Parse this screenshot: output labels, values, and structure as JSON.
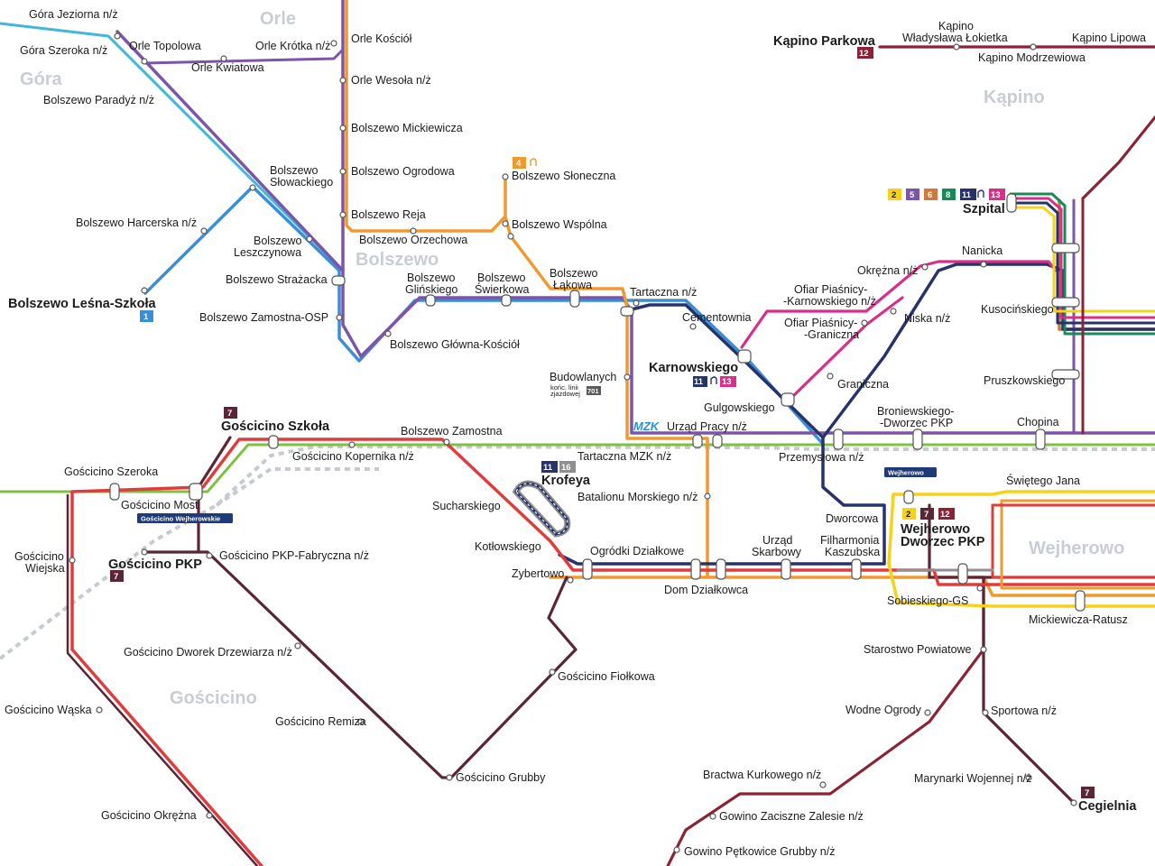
{
  "colors": {
    "line1": "#3b8ed6",
    "line2": "#f6d21a",
    "line4": "#ef9a2f",
    "line5": "#7b55a7",
    "line6": "#cf7a3a",
    "line7": "#5a2636",
    "line8": "#178a5a",
    "line11": "#26336b",
    "line12": "#8a2335",
    "line13": "#d6308b",
    "line16": "#8f8f8f",
    "green": "#7cc13f",
    "red": "#e03c3c",
    "rail": "#c7cbd0",
    "cyan": "#40b8d8"
  },
  "areas": {
    "orle": "Orle",
    "gora": "Góra",
    "bolszewo": "Bolszewo",
    "kapino": "Kąpino",
    "goscicino": "Gościcino",
    "wejherowo": "Wejherowo"
  },
  "stops": {
    "gora_jeziorna": "Góra Jeziorna n/ż",
    "gora_szeroka": "Góra Szeroka n/ż",
    "orle_topolowa": "Orle Topolowa",
    "orle_krotka": "Orle Krótka n/ż",
    "orle_kosciol": "Orle Kościół",
    "orle_kwiatowa": "Orle Kwiatowa",
    "orle_wesola": "Orle Wesoła n/ż",
    "bolszewo_paradyz": "Bolszewo Paradyż n/ż",
    "bolszewo_mickiewicza": "Bolszewo Mickiewicza",
    "bolszewo_slowackiego_1": "Bolszewo",
    "bolszewo_slowackiego_2": "Słowackiego",
    "bolszewo_ogrodowa": "Bolszewo Ogrodowa",
    "bolszewo_sloneczna": "Bolszewo Słoneczna",
    "bolszewo_harcerska": "Bolszewo Harcerska n/ż",
    "bolszewo_reja": "Bolszewo Reja",
    "bolszewo_wspolna": "Bolszewo Wspólna",
    "bolszewo_orzechowa": "Bolszewo Orzechowa",
    "bolszewo_leszczynowa_1": "Bolszewo",
    "bolszewo_leszczynowa_2": "Leszczynowa",
    "bolszewo_lakowa_1": "Bolszewo",
    "bolszewo_lakowa_2": "Łąkowa",
    "bolszewo_glinskiego_1": "Bolszewo",
    "bolszewo_glinskiego_2": "Glińskiego",
    "bolszewo_swierkowa_1": "Bolszewo",
    "bolszewo_swierkowa_2": "Świerkowa",
    "bolszewo_strazacka": "Bolszewo Strażacka",
    "tartaczna": "Tartaczna n/ż",
    "bolszewo_lesna_szkola": "Bolszewo Leśna-Szkoła",
    "cementownia": "Cementownia",
    "bolszewo_zamostna_osp": "Bolszewo Zamostna-OSP",
    "bolszewo_glowna_kosciol": "Bolszewo Główna-Kościół",
    "budowlanych": "Budowlanych",
    "budowlanych_note_1": "końc. linii",
    "budowlanych_note_2": "zjazdowej",
    "karnowskiego": "Karnowskiego",
    "gulgowskiego": "Gulgowskiego",
    "mzk": "MZK",
    "urzad_pracy": "Urząd Pracy n/ż",
    "tartaczna_mzk": "Tartaczna MZK n/ż",
    "goscicino_szkola": "Gościcino Szkoła",
    "bolszewo_zamostna": "Bolszewo Zamostna",
    "goscicino_szeroka": "Gościcino Szeroka",
    "goscicino_kopernika": "Gościcino Kopernika n/ż",
    "goscicino_most": "Gościcino Most",
    "goscicino_wejherowskie": "Gościcino Wejherowskie",
    "sucharskiego": "Sucharskiego",
    "krofeya": "Krofeya",
    "batalionu_morskiego": "Batalionu Morskiego n/ż",
    "goscicino_wiejska_1": "Gościcino",
    "goscicino_wiejska_2": "Wiejska",
    "goscicino_pkp": "Gościcino PKP",
    "goscicino_pkp_fabryczna": "Gościcino PKP-Fabryczna n/ż",
    "kotlowskiego": "Kotłowskiego",
    "ogrodki_dzialkowe": "Ogródki Działkowe",
    "zybertowo": "Zybertowo",
    "dom_dzialkowca": "Dom Działkowca",
    "goscicino_dworek": "Gościcino Dworek Drzewiarza n/ż",
    "goscicino_fiolkowa": "Gościcino Fiołkowa",
    "goscicino_waska": "Gościcino Wąska",
    "goscicino_remiza": "Gościcino Remiza",
    "goscicino_grubby": "Gościcino Grubby",
    "goscicino_okrezna": "Gościcino Okrężna",
    "kapino_parkowa": "Kąpino Parkowa",
    "kapino_lokietka_1": "Kąpino",
    "kapino_lokietka_2": "Władysława Łokietka",
    "kapino_lipowa": "Kąpino Lipowa",
    "kapino_modrzewiowa": "Kąpino Modrzewiowa",
    "szpital": "Szpital",
    "nanicka": "Nanicka",
    "okrezna": "Okrężna n/ż",
    "ofiar_karnowskiego_1": "Ofiar Piaśnicy-",
    "ofiar_karnowskiego_2": "-Karnowskiego n/ż",
    "ofiar_graniczna_1": "Ofiar Piaśnicy-",
    "ofiar_graniczna_2": "-Graniczna",
    "niska": "Niska n/ż",
    "kusocinskiego": "Kusocińskiego",
    "graniczna": "Graniczna",
    "pruszkowskiego": "Pruszkowskiego",
    "broniewskiego_1": "Broniewskiego-",
    "broniewskiego_2": "-Dworzec PKP",
    "chopina": "Chopina",
    "przemyslowa": "Przemysłowa n/ż",
    "wejherowo_tag": "Wejherowo",
    "swietego_jana": "Świętego Jana",
    "dworcowa": "Dworcowa",
    "wejherowo_dworzec_1": "Wejherowo",
    "wejherowo_dworzec_2": "Dworzec PKP",
    "urzad_skarbowy_1": "Urząd",
    "urzad_skarbowy_2": "Skarbowy",
    "filharmonia_1": "Filharmonia",
    "filharmonia_2": "Kaszubska",
    "sobieskiego": "Sobieskiego-GS",
    "mickiewicza_ratusz": "Mickiewicza-Ratusz",
    "starostwo": "Starostwo Powiatowe",
    "wodne_ogrody": "Wodne Ogrody",
    "sportowa": "Sportowa n/ż",
    "bractwa_kurkowego": "Bractwa Kurkowego n/ż",
    "marynarki_wojennej": "Marynarki Wojennej n/ż",
    "cegielnia": "Cegielnia",
    "gowino_zacisze": "Gowino Zaciszne Zalesie n/ż",
    "gowino_petkowice": "Gowino Pętkowice Grubby n/ż"
  },
  "badges": {
    "l1": "1",
    "l2": "2",
    "l4": "4",
    "l5": "5",
    "l6": "6",
    "l7": "7",
    "l8": "8",
    "l11": "11",
    "l12": "12",
    "l13": "13",
    "l16": "16",
    "l701": "701"
  }
}
